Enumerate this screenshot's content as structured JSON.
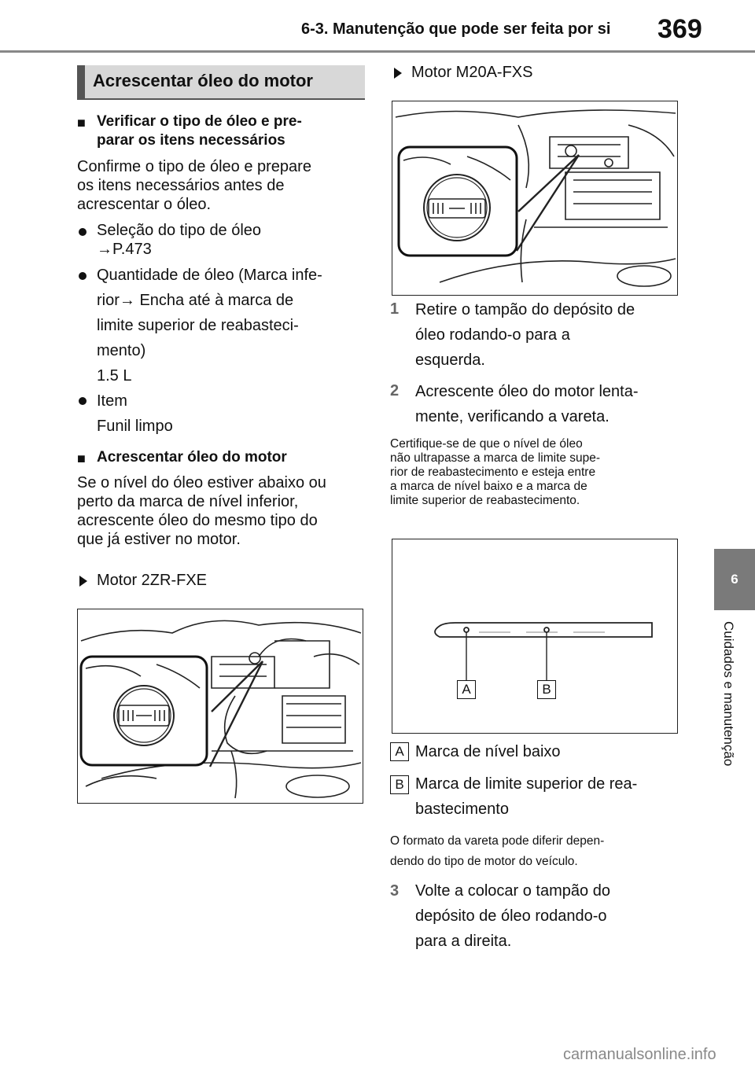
{
  "header": {
    "title": "6-3. Manutenção que pode ser feita por si",
    "page_number": "369"
  },
  "side_tab": {
    "number": "6",
    "label": "Cuidados e manutenção"
  },
  "section": {
    "title": "Acrescentar óleo do motor"
  },
  "left": {
    "sub1": {
      "line1": "Verificar o tipo de óleo e pre-",
      "line2": "parar os itens necessários"
    },
    "para1": [
      "Confirme o tipo de óleo e prepare",
      "os itens necessários antes de",
      "acrescentar o óleo."
    ],
    "bullet1": {
      "line1": "Seleção do tipo de óleo",
      "line2": "→P.473"
    },
    "bullet2": {
      "lines": [
        "Quantidade de óleo (Marca infe-",
        "rior→ Encha até à marca de",
        "limite superior de reabasteci-",
        "mento)"
      ],
      "value": "1.5 L"
    },
    "bullet3": {
      "line1": "Item",
      "line2": "Funil limpo"
    },
    "sub2": "Acrescentar óleo do motor",
    "para2": [
      "Se o nível do óleo estiver abaixo ou",
      "perto da marca de nível inferior,",
      "acrescente óleo do mesmo tipo do",
      "que já estiver no motor."
    ],
    "engine1": "Motor 2ZR-FXE"
  },
  "right": {
    "engine2": "Motor M20A-FXS",
    "step1": {
      "num": "1",
      "lines": [
        "Retire o tampão do depósito de",
        "óleo rodando-o para a",
        "esquerda."
      ]
    },
    "step2": {
      "num": "2",
      "lines": [
        "Acrescente óleo do motor lenta-",
        "mente, verificando a vareta."
      ]
    },
    "note1": [
      "Certifique-se de que o nível de óleo",
      "não ultrapasse a marca de limite supe-",
      "rior de reabastecimento e esteja entre",
      "a marca de nível baixo e a marca de",
      "limite superior de reabastecimento."
    ],
    "dipstick": {
      "label_a": "A",
      "label_b": "B"
    },
    "legend_a": {
      "key": "A",
      "text": "Marca de nível baixo"
    },
    "legend_b": {
      "key": "B",
      "line1": "Marca de limite superior de rea-",
      "line2": "bastecimento"
    },
    "note2": [
      "O formato da vareta pode diferir depen-",
      "dendo do tipo de motor do veículo."
    ],
    "step3": {
      "num": "3",
      "lines": [
        "Volte a colocar o tampão do",
        "depósito de óleo rodando-o",
        "para a direita."
      ]
    }
  },
  "watermark": "carmanualsonline.info"
}
